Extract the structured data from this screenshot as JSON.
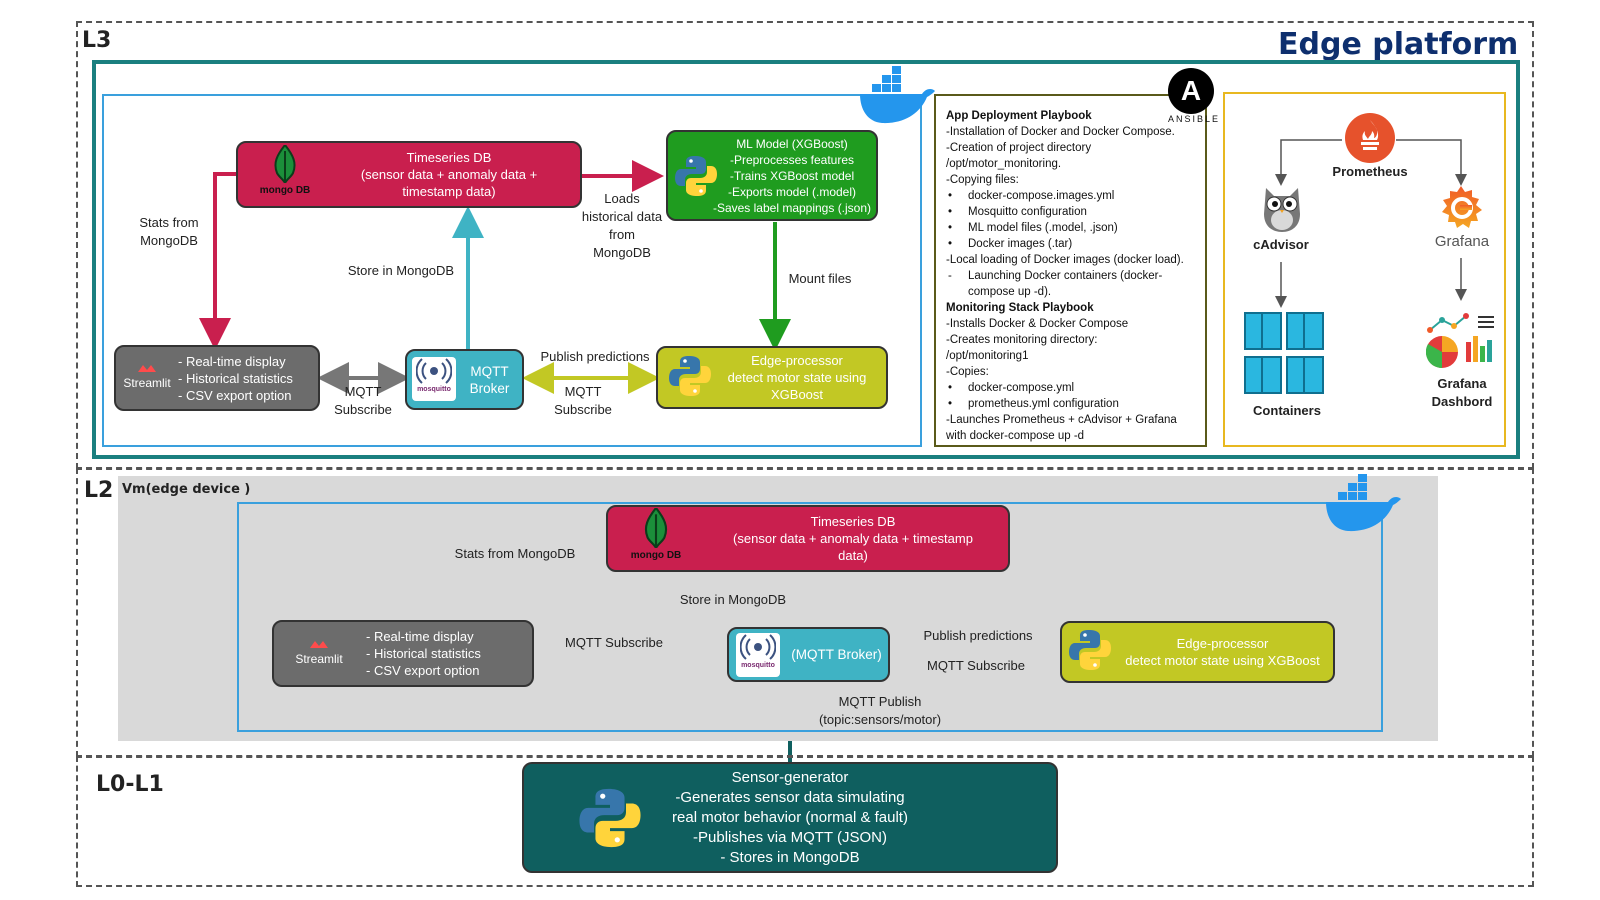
{
  "levels": {
    "l3": "L3",
    "l2": "L2",
    "l0l1": "L0-L1"
  },
  "edge_platform_title": "Edge platform",
  "vm_label": "Vm(edge device )",
  "l3": {
    "timeseries_db": "Timeseries DB\n(sensor data + anomaly data +\ntimestamp data)",
    "mongo_logo_text": "mongo DB",
    "ml_model": "ML Model (XGBoost)\n-Preprocesses features\n-Trains XGBoost model\n-Exports model (.model)\n-Saves label mappings (.json)",
    "streamlit_logo_text": "Streamlit",
    "streamlit_items": "- Real-time display\n-  Historical statistics\n- CSV export option",
    "mqtt_broker": "MQTT\nBroker",
    "mosquitto_text": "mosquitto",
    "edge_processor": "Edge-processor\ndetect motor state using\nXGBoost",
    "labels": {
      "stats_from_mongo": "Stats from\nMongoDB",
      "store_in_mongo": "Store in MongoDB",
      "loads_historical": "Loads\nhistorical data\nfrom\nMongoDB",
      "mount_files": "Mount files",
      "mqtt_subscribe_left": "MQTT\nSubscribe",
      "publish_predictions": "Publish predictions",
      "mqtt_subscribe_right": "MQTT\nSubscribe"
    }
  },
  "ansible": {
    "logo_letter": "A",
    "logo_text": "ANSIBLE",
    "app_heading": "App Deployment Playbook",
    "app_lines": [
      "-Installation of Docker and Docker Compose.",
      "-Creation of project directory",
      "/opt/motor_monitoring.",
      "-Copying files:"
    ],
    "app_bullets": [
      "docker-compose.images.yml",
      " Mosquitto configuration",
      "ML model files (.model, .json)",
      "Docker images (.tar)"
    ],
    "app_line_after": "-Local loading of Docker images (docker load).",
    "app_dash": "Launching Docker containers (docker-compose up -d).",
    "mon_heading": "Monitoring Stack Playbook",
    "mon_lines": [
      "-Installs Docker & Docker Compose",
      "-Creates monitoring directory:",
      "/opt/monitoring1",
      "-Copies:"
    ],
    "mon_bullets": [
      "docker-compose.yml",
      "prometheus.yml configuration"
    ],
    "mon_last": "-Launches Prometheus + cAdvisor + Grafana with docker-compose up -d"
  },
  "monitoring": {
    "prometheus": "Prometheus",
    "cadvisor": "cAdvisor",
    "grafana_logo": "Grafana",
    "containers": "Containers",
    "grafana_dashboard": "Grafana\nDashbord"
  },
  "l2": {
    "timeseries_db": "Timeseries DB\n(sensor data + anomaly data + timestamp\ndata)",
    "mongo_logo_text": "mongo DB",
    "streamlit_logo_text": "Streamlit",
    "streamlit_items": "- Real-time display\n-  Historical statistics\n- CSV export option",
    "mqtt_broker": "(MQTT Broker)",
    "mosquitto_text": "mosquitto",
    "edge_processor": "Edge-processor\ndetect motor state using XGBoost",
    "labels": {
      "stats_from_mongo": "Stats from MongoDB",
      "store_in_mongo": "Store in MongoDB",
      "mqtt_subscribe_left": "MQTT Subscribe",
      "publish_predictions": "Publish predictions",
      "mqtt_subscribe_right": "MQTT Subscribe",
      "mqtt_publish": "MQTT Publish\n(topic:sensors/motor)"
    }
  },
  "l0": {
    "sensor_generator": "Sensor-generator\n-Generates sensor data simulating\nreal motor behavior (normal & fault)\n-Publishes via MQTT (JSON)\n- Stores in MongoDB"
  },
  "colors": {
    "mongo_red": "#c91f4e",
    "ml_green": "#1f9c1f",
    "edge_yellow": "#c2c824",
    "broker_teal": "#3fb3c4",
    "streamlit_grey": "#6c6c6c",
    "platform_border": "#1a7f7f",
    "inner_blue": "#3aa0dd",
    "ansible_border": "#5a5a1a",
    "monitor_border": "#e8b820",
    "sensor_teal": "#0f5f5f",
    "vm_grey": "#d9d9d9"
  }
}
